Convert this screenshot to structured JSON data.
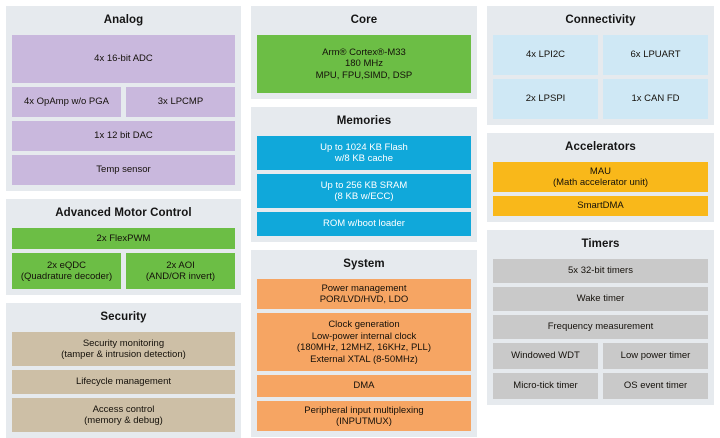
{
  "diagram": {
    "title": "MCU block diagram",
    "colors": {
      "page_background": "#ffffff",
      "panel_background": "#e6eaee",
      "analog": "#c9b8dd",
      "motor_control": "#6cbe45",
      "security": "#cdbfa6",
      "core": "#6cbe45",
      "memories": "#10a8da",
      "system": "#f6a563",
      "connectivity": "#cfe8f5",
      "accelerators": "#f9b81a",
      "timers": "#c9c9c9"
    }
  },
  "columns": [
    {
      "name": "left",
      "panels": [
        {
          "id": "analog",
          "title": "Analog",
          "color": "c-lavender",
          "rows": [
            {
              "blocks": [
                {
                  "label": "4x 16-bit ADC",
                  "height": "h-48"
                }
              ]
            },
            {
              "blocks": [
                {
                  "label": "4x OpAmp w/o PGA",
                  "height": "h-30"
                },
                {
                  "label": "3x LPCMP",
                  "height": "h-30"
                }
              ]
            },
            {
              "blocks": [
                {
                  "label": "1x 12 bit DAC",
                  "height": "h-30"
                }
              ]
            },
            {
              "blocks": [
                {
                  "label": "Temp sensor",
                  "height": "h-30"
                }
              ]
            }
          ]
        },
        {
          "id": "advanced-motor-control",
          "title": "Advanced Motor Control",
          "color": "c-green",
          "rows": [
            {
              "blocks": [
                {
                  "label": "2x FlexPWM",
                  "height": "h-21"
                }
              ]
            },
            {
              "blocks": [
                {
                  "label": "2x eQDC\n(Quadrature decoder)",
                  "height": "h-36"
                },
                {
                  "label": "2x AOI\n(AND/OR invert)",
                  "height": "h-36"
                }
              ]
            }
          ]
        },
        {
          "id": "security",
          "title": "Security",
          "color": "c-tan",
          "rows": [
            {
              "blocks": [
                {
                  "label": "Security monitoring\n(tamper & intrusion detection)",
                  "height": "h-34"
                }
              ]
            },
            {
              "blocks": [
                {
                  "label": "Lifecycle management",
                  "height": "h-24"
                }
              ]
            },
            {
              "blocks": [
                {
                  "label": "Access control\n(memory & debug)",
                  "height": "h-34"
                }
              ]
            }
          ]
        }
      ]
    },
    {
      "name": "middle",
      "panels": [
        {
          "id": "core",
          "title": "Core",
          "color": "c-green",
          "rows": [
            {
              "blocks": [
                {
                  "label": "Arm® Cortex®-M33\n180 MHz\nMPU, FPU,SIMD, DSP",
                  "height": "h-58"
                }
              ]
            }
          ]
        },
        {
          "id": "memories",
          "title": "Memories",
          "color": "c-blue",
          "rows": [
            {
              "blocks": [
                {
                  "label": "Up to 1024 KB Flash\nw/8 KB cache",
                  "height": "h-34"
                }
              ]
            },
            {
              "blocks": [
                {
                  "label": "Up to 256 KB SRAM\n(8 KB w/ECC)",
                  "height": "h-34"
                }
              ]
            },
            {
              "blocks": [
                {
                  "label": "ROM w/boot loader",
                  "height": "h-24"
                }
              ]
            }
          ]
        },
        {
          "id": "system",
          "title": "System",
          "color": "c-orange",
          "rows": [
            {
              "blocks": [
                {
                  "label": "Power management\nPOR/LVD/HVD, LDO",
                  "height": "h-30"
                }
              ]
            },
            {
              "blocks": [
                {
                  "label": "Clock generation\nLow-power internal clock\n(180MHz, 12MHZ, 16KHz, PLL)\nExternal XTAL (8-50MHz)",
                  "height": "h-58"
                }
              ]
            },
            {
              "blocks": [
                {
                  "label": "DMA",
                  "height": "h-22"
                }
              ]
            },
            {
              "blocks": [
                {
                  "label": "Peripheral input multiplexing\n(INPUTMUX)",
                  "height": "h-30"
                }
              ]
            }
          ]
        }
      ]
    },
    {
      "name": "right",
      "panels": [
        {
          "id": "connectivity",
          "title": "Connectivity",
          "color": "c-lightblue",
          "rows": [
            {
              "blocks": [
                {
                  "label": "4x LPI2C",
                  "height": "h-40"
                },
                {
                  "label": "6x LPUART",
                  "height": "h-40"
                }
              ]
            },
            {
              "blocks": [
                {
                  "label": "2x LPSPI",
                  "height": "h-40"
                },
                {
                  "label": "1x CAN FD",
                  "height": "h-40"
                }
              ]
            }
          ]
        },
        {
          "id": "accelerators",
          "title": "Accelerators",
          "color": "c-amber",
          "rows": [
            {
              "blocks": [
                {
                  "label": "MAU\n(Math accelerator unit)",
                  "height": "h-30"
                }
              ]
            },
            {
              "blocks": [
                {
                  "label": "SmartDMA",
                  "height": "h-20"
                }
              ]
            }
          ]
        },
        {
          "id": "timers",
          "title": "Timers",
          "color": "c-grey",
          "rows": [
            {
              "blocks": [
                {
                  "label": "5x 32-bit timers",
                  "height": "h-24"
                }
              ]
            },
            {
              "blocks": [
                {
                  "label": "Wake timer",
                  "height": "h-24"
                }
              ]
            },
            {
              "blocks": [
                {
                  "label": "Frequency measurement",
                  "height": "h-24"
                }
              ]
            },
            {
              "blocks": [
                {
                  "label": "Windowed WDT",
                  "height": "h-26"
                },
                {
                  "label": "Low power timer",
                  "height": "h-26"
                }
              ]
            },
            {
              "blocks": [
                {
                  "label": "Micro-tick timer",
                  "height": "h-26"
                },
                {
                  "label": "OS event timer",
                  "height": "h-26"
                }
              ]
            }
          ]
        }
      ]
    }
  ]
}
